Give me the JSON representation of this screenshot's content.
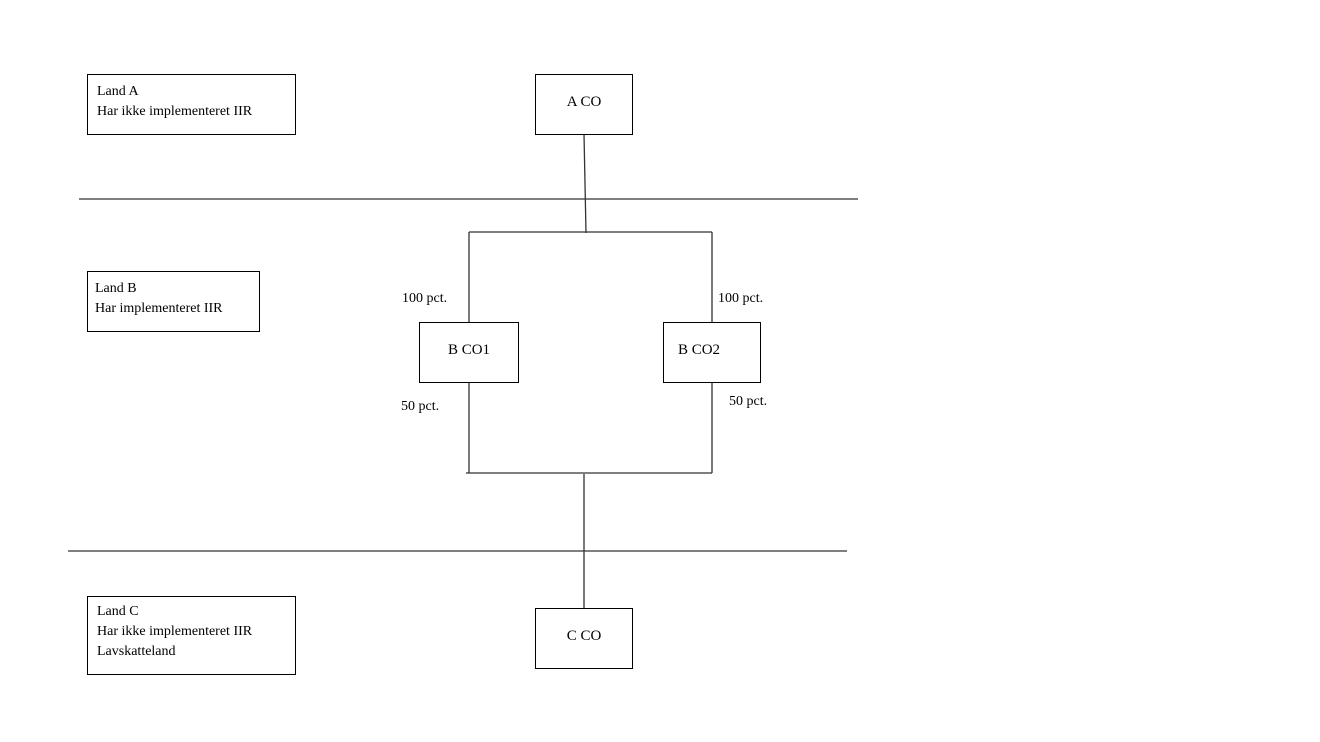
{
  "countries": [
    {
      "title": "Land A",
      "lines": [
        "Har ikke implementeret  IIR"
      ]
    },
    {
      "title": "Land B",
      "lines": [
        "Har implementeret  IIR"
      ]
    },
    {
      "title": "Land C",
      "lines": [
        "Har ikke implementeret  IIR",
        "Lavskatteland"
      ]
    }
  ],
  "companies": {
    "a_co": "A CO",
    "b_co1": "B CO1",
    "b_co2": "B CO2",
    "c_co": "C CO"
  },
  "ownership": {
    "a_to_b_co1": "100 pct.",
    "a_to_b_co2": "100 pct.",
    "b_co1_to_c": "50 pct.",
    "b_co2_to_c": "50 pct."
  }
}
